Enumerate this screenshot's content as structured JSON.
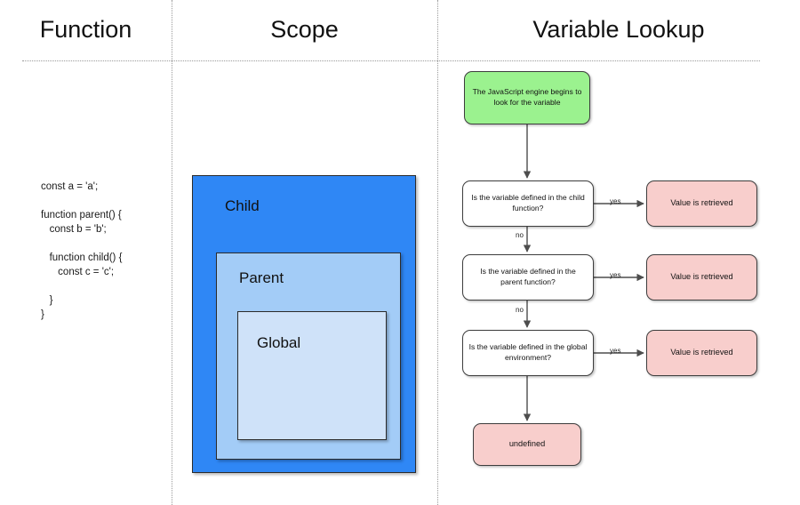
{
  "columns": [
    {
      "id": "function",
      "title": "Function"
    },
    {
      "id": "scope",
      "title": "Scope"
    },
    {
      "id": "variable_lookup",
      "title": "Variable Lookup"
    }
  ],
  "code": {
    "language": "javascript",
    "text": "const a = 'a';\n\nfunction parent() {\n   const b = 'b';\n\n   function child() {\n      const c = 'c';\n\n   }\n}"
  },
  "scope": {
    "boxes": [
      {
        "id": "child",
        "label": "Child",
        "color": "#2f87f5"
      },
      {
        "id": "parent",
        "label": "Parent",
        "color": "#a3ccf7"
      },
      {
        "id": "global",
        "label": "Global",
        "color": "#cfe2f9"
      }
    ]
  },
  "flow": {
    "nodes": [
      {
        "id": "start",
        "type": "start",
        "text": "The JavaScript engine begins to look for the variable",
        "color": "#9bf28f"
      },
      {
        "id": "dec_child",
        "type": "decision",
        "text": "Is the variable defined in the child function?",
        "color": "#ffffff"
      },
      {
        "id": "dec_parent",
        "type": "decision",
        "text": "Is the variable defined in the parent function?",
        "color": "#ffffff"
      },
      {
        "id": "dec_global",
        "type": "decision",
        "text": "Is the variable defined in the global environment?",
        "color": "#ffffff"
      },
      {
        "id": "val_1",
        "type": "result",
        "text": "Value is retrieved",
        "color": "#f8cecc"
      },
      {
        "id": "val_2",
        "type": "result",
        "text": "Value is retrieved",
        "color": "#f8cecc"
      },
      {
        "id": "val_3",
        "type": "result",
        "text": "Value is retrieved",
        "color": "#f8cecc"
      },
      {
        "id": "undefined",
        "type": "result",
        "text": "undefined",
        "color": "#f8cecc"
      }
    ],
    "edges": [
      {
        "from": "start",
        "to": "dec_child",
        "label": ""
      },
      {
        "from": "dec_child",
        "to": "val_1",
        "label": "yes"
      },
      {
        "from": "dec_child",
        "to": "dec_parent",
        "label": "no"
      },
      {
        "from": "dec_parent",
        "to": "val_2",
        "label": "yes"
      },
      {
        "from": "dec_parent",
        "to": "dec_global",
        "label": "no"
      },
      {
        "from": "dec_global",
        "to": "val_3",
        "label": "yes"
      },
      {
        "from": "dec_global",
        "to": "undefined",
        "label": ""
      }
    ],
    "edge_labels": {
      "yes_1": "yes",
      "yes_2": "yes",
      "yes_3": "yes",
      "no_1": "no",
      "no_2": "no"
    }
  }
}
